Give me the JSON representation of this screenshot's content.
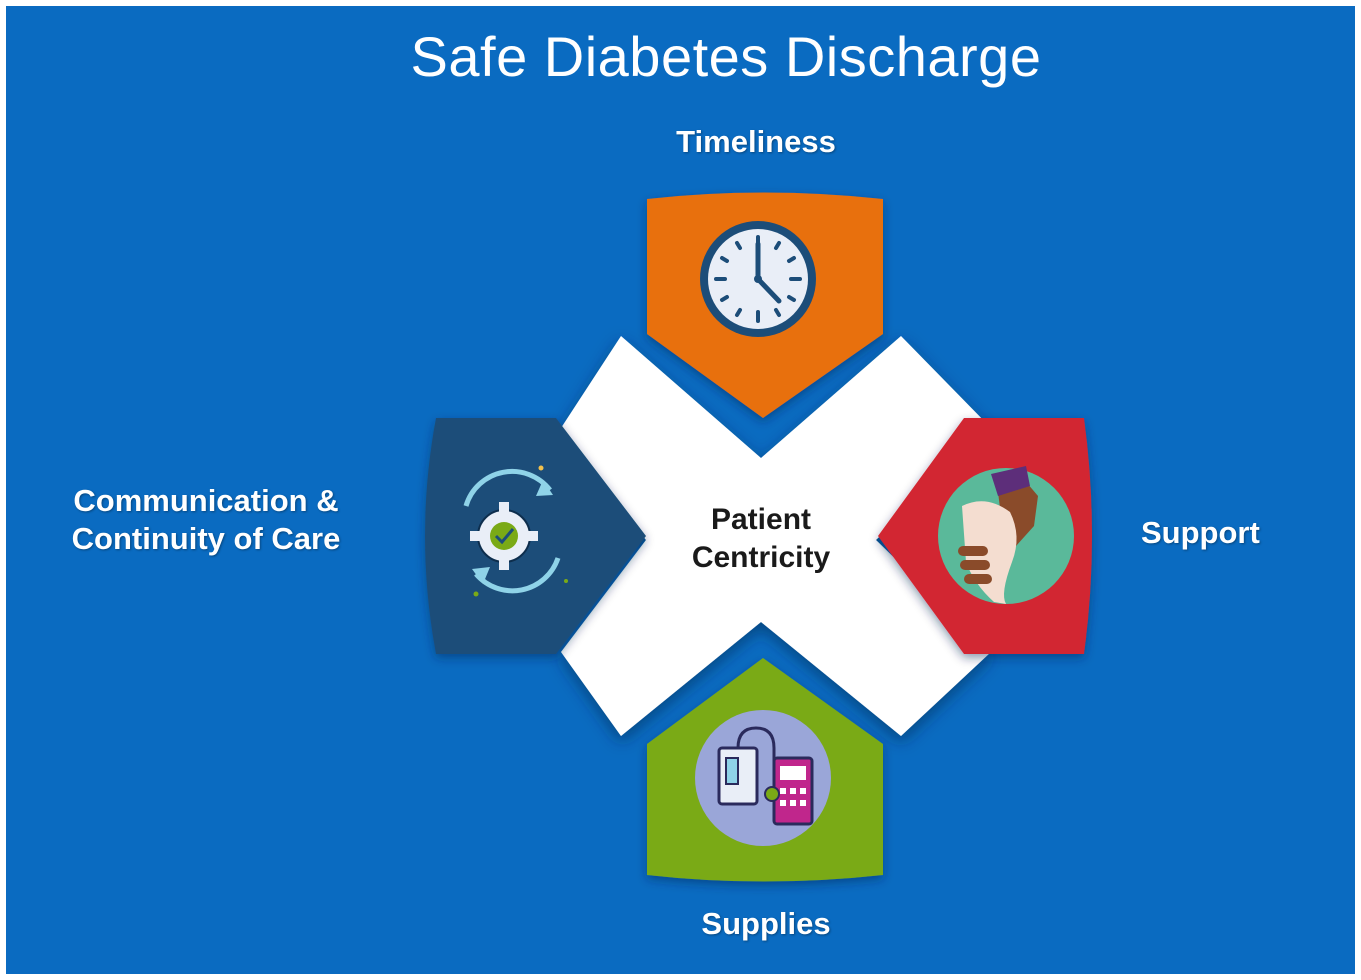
{
  "title": "Safe Diabetes Discharge",
  "center": {
    "line1": "Patient",
    "line2": "Centricity"
  },
  "pillars": {
    "top": {
      "label": "Timeliness",
      "icon": "clock-icon",
      "color": "#e8700f"
    },
    "right": {
      "label": "Support",
      "icon": "helping-hand-icon",
      "color": "#d22832"
    },
    "bottom": {
      "label": "Supplies",
      "icon": "medical-supplies-icon",
      "color": "#7aaa19"
    },
    "left": {
      "line1": "Communication &",
      "line2": "Continuity of Care",
      "icon": "process-gear-icon",
      "color": "#1f4e79"
    }
  },
  "colors": {
    "background": "#0a6bc1",
    "center": "#ffffff"
  }
}
